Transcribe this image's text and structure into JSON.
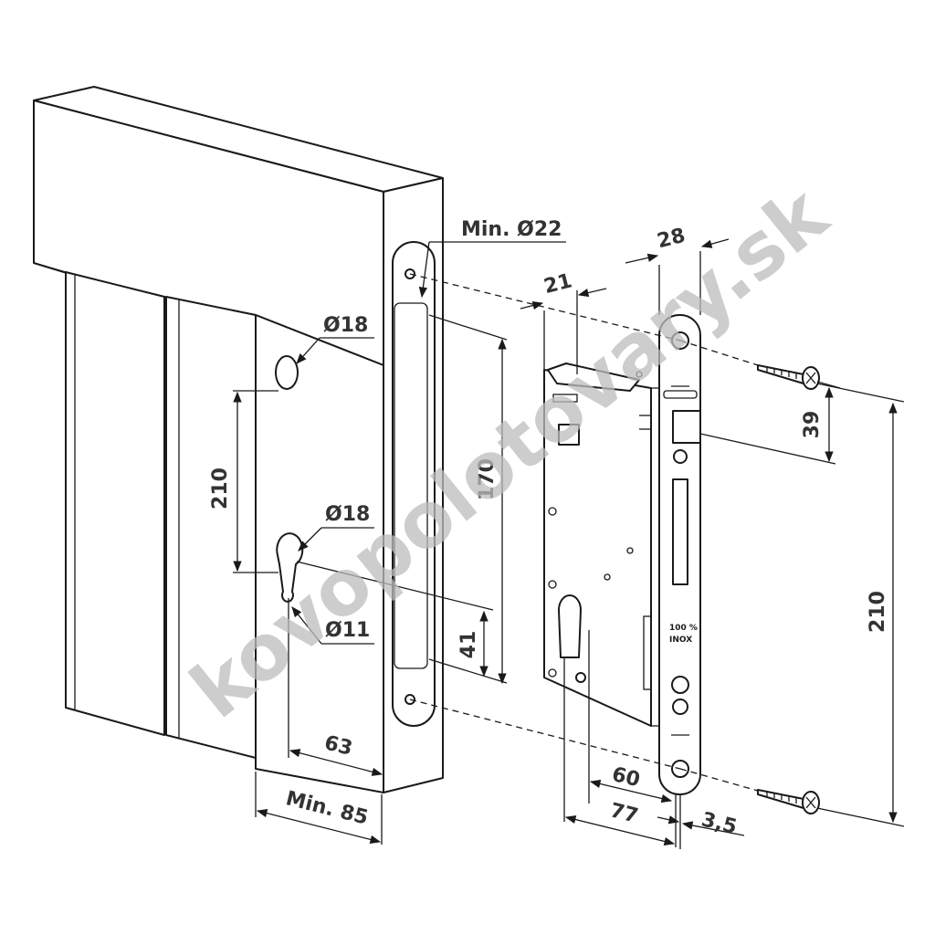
{
  "watermark": "kovopolotovary.sk",
  "plate_text": [
    "100 %",
    "INOX"
  ],
  "labels": {
    "min_hole": "Min. Ø22",
    "hole_top": "Ø18",
    "hole_cyl": "Ø18",
    "hole_small": "Ø11",
    "d_210_left": "210",
    "d_170": "170",
    "d_41": "41",
    "d_63": "63",
    "d_min85": "Min. 85",
    "d_21": "21",
    "d_28": "28",
    "d_39": "39",
    "d_210_right": "210",
    "d_60": "60",
    "d_77": "77",
    "d_3_5": "3,5"
  }
}
